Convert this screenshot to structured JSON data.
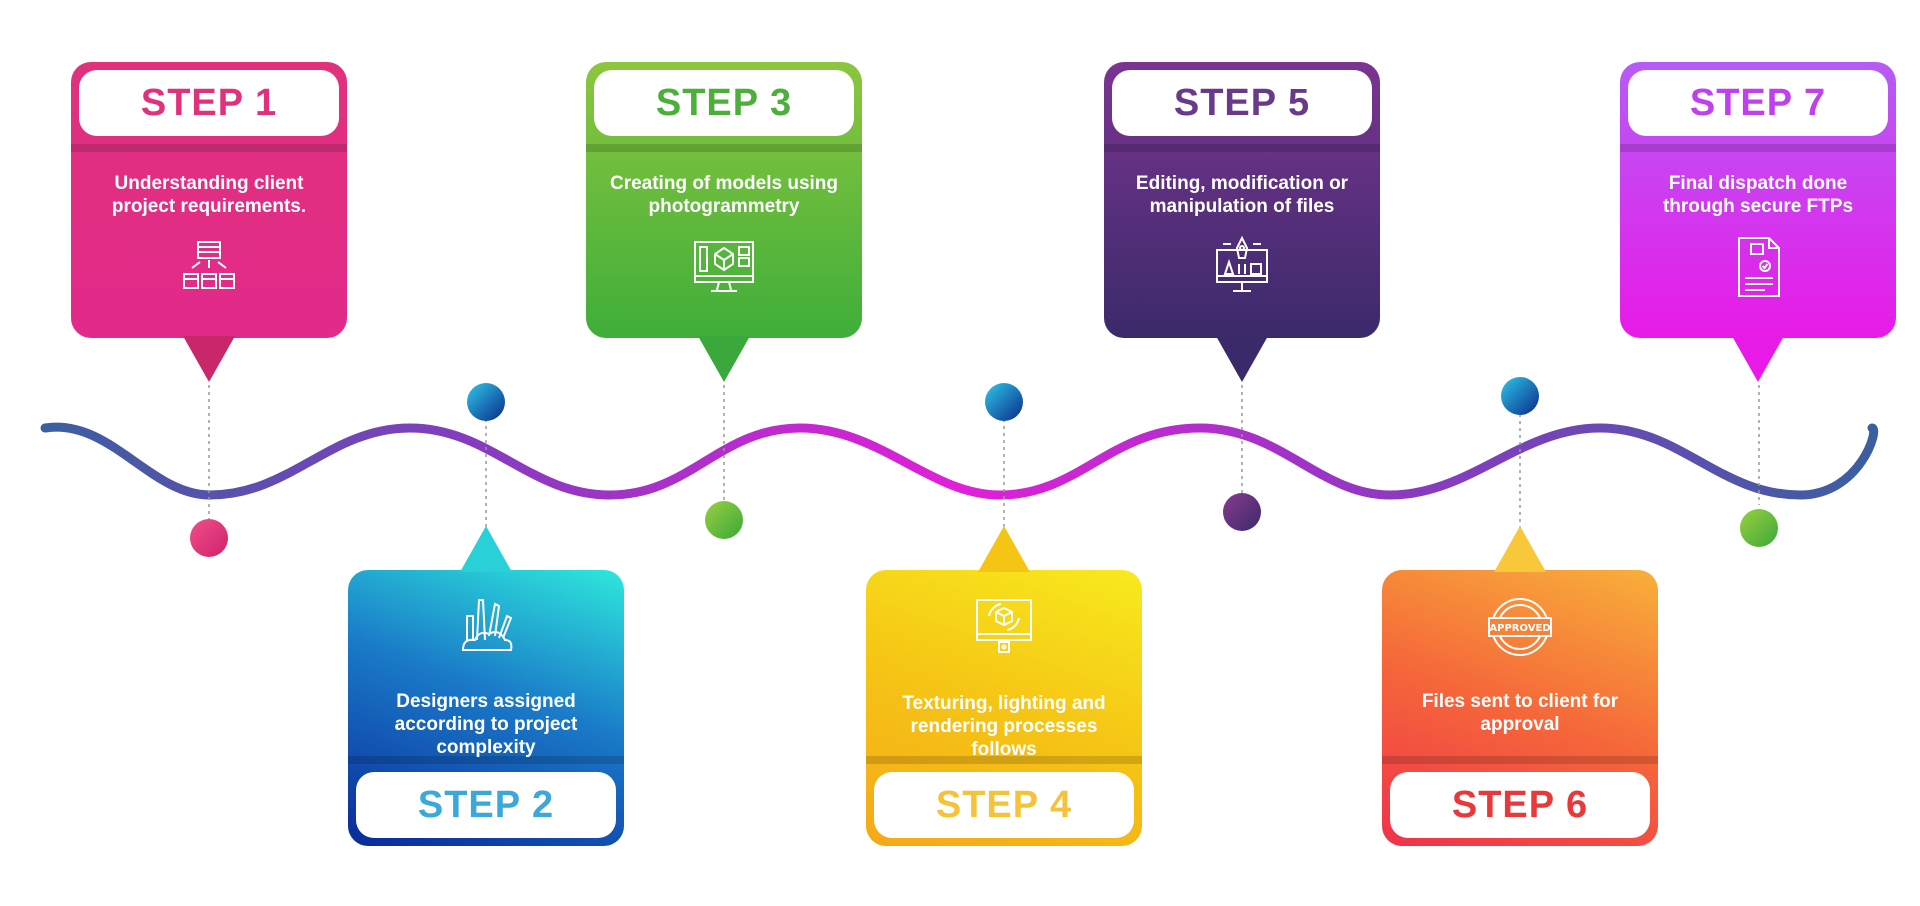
{
  "steps": [
    {
      "label": "STEP 1",
      "desc": "Understanding client project requirements.",
      "icon": "hierarchy-chart-icon",
      "color_top": "#e0317d",
      "color_bottom": "#e0317d",
      "label_color": "#e0317d"
    },
    {
      "label": "STEP 2",
      "desc": "Designers assigned according to project complexity",
      "icon": "design-tools-icon",
      "color_top": "#2ee0d8",
      "color_bottom": "#0a2a9a",
      "label_color": "#3aa8d8"
    },
    {
      "label": "STEP 3",
      "desc": "Creating of models using photogrammetry",
      "icon": "3d-model-monitor-icon",
      "color_top": "#8cc63f",
      "color_bottom": "#3daa3a",
      "label_color": "#4caf3a"
    },
    {
      "label": "STEP 4",
      "desc": "Texturing, lighting and rendering processes follows",
      "icon": "render-monitor-icon",
      "color_top": "#f5e21a",
      "color_bottom": "#f5a81a",
      "label_color": "#f5c33a"
    },
    {
      "label": "STEP 5",
      "desc": "Editing, modification or manipulation of files",
      "icon": "edit-monitor-icon",
      "color_top": "#7a3590",
      "color_bottom": "#3a2a6a",
      "label_color": "#6a3a8a"
    },
    {
      "label": "STEP 6",
      "desc": "Files sent to client for approval",
      "icon": "approved-stamp-icon",
      "color_top": "#f7a63a",
      "color_bottom": "#f0324a",
      "label_color": "#e8383a"
    },
    {
      "label": "STEP 7",
      "desc": "Final dispatch done through secure FTPs",
      "icon": "document-icon",
      "color_top": "#b65cf5",
      "color_bottom": "#e81ae8",
      "label_color": "#c040f0"
    }
  ],
  "approved_text": "APPROVED",
  "wave_colors": {
    "start": "#3a5fa0",
    "mid": "#e020d8",
    "end": "#3a5fa0"
  }
}
